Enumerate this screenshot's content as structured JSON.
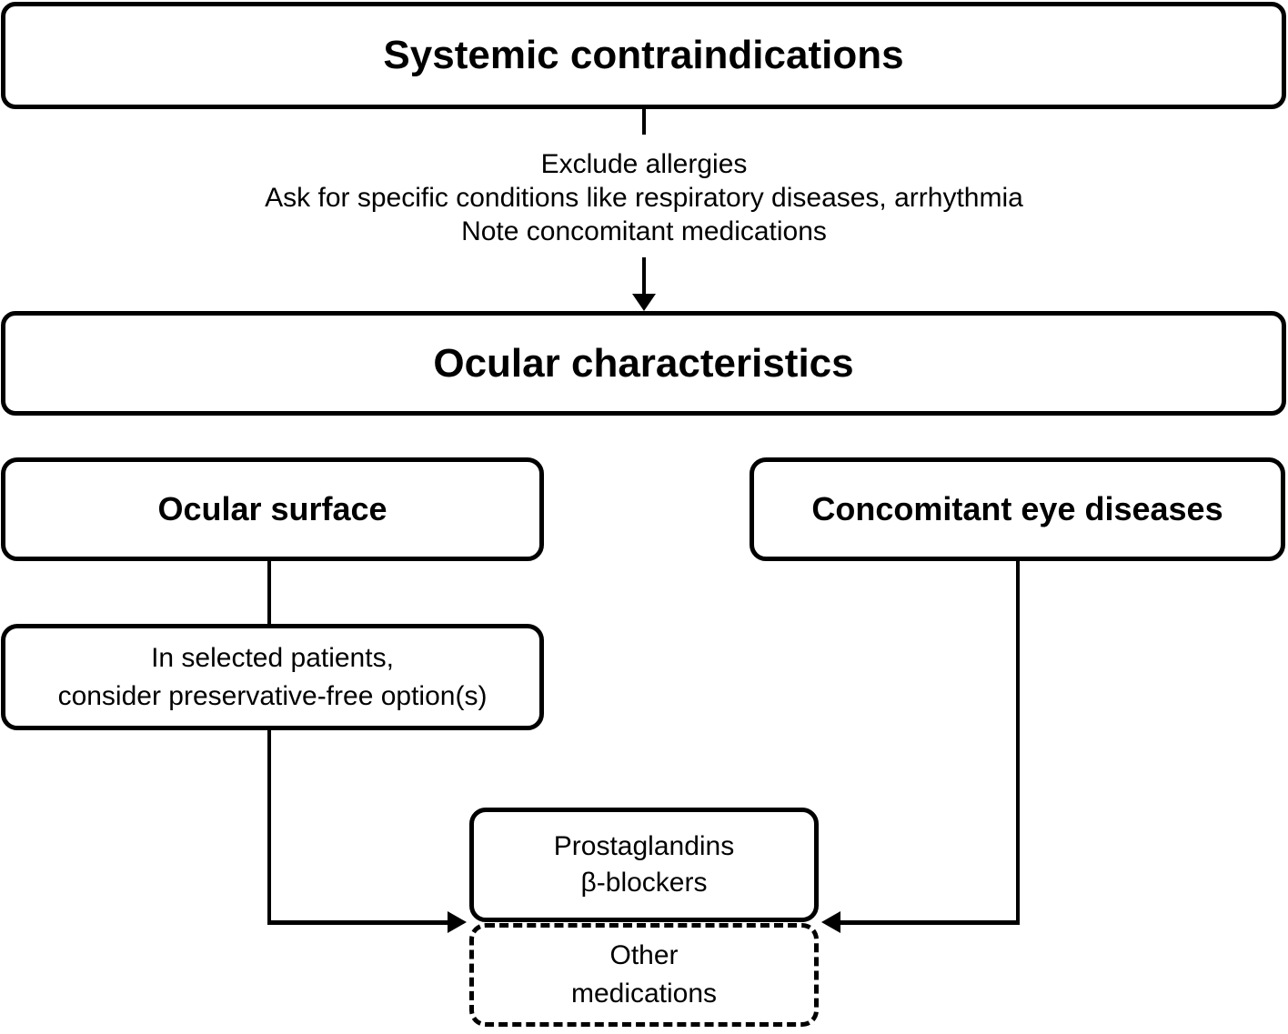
{
  "colors": {
    "line": "#000000",
    "background": "#ffffff"
  },
  "nodes": {
    "systemic_contraindications": {
      "label": "Systemic contraindications"
    },
    "screening_note": {
      "line1": "Exclude allergies",
      "line2": "Ask for specific conditions like respiratory diseases, arrhythmia",
      "line3": "Note concomitant medications"
    },
    "ocular_characteristics": {
      "label": "Ocular characteristics"
    },
    "ocular_surface": {
      "label": "Ocular surface"
    },
    "concomitant_eye_diseases": {
      "label": "Concomitant eye diseases"
    },
    "preservative_free": {
      "line1": "In selected patients,",
      "line2": "consider preservative-free option(s)"
    },
    "first_line_medications": {
      "line1": "Prostaglandins",
      "line2": "β-blockers"
    },
    "other_medications": {
      "line1": "Other",
      "line2": "medications"
    }
  }
}
